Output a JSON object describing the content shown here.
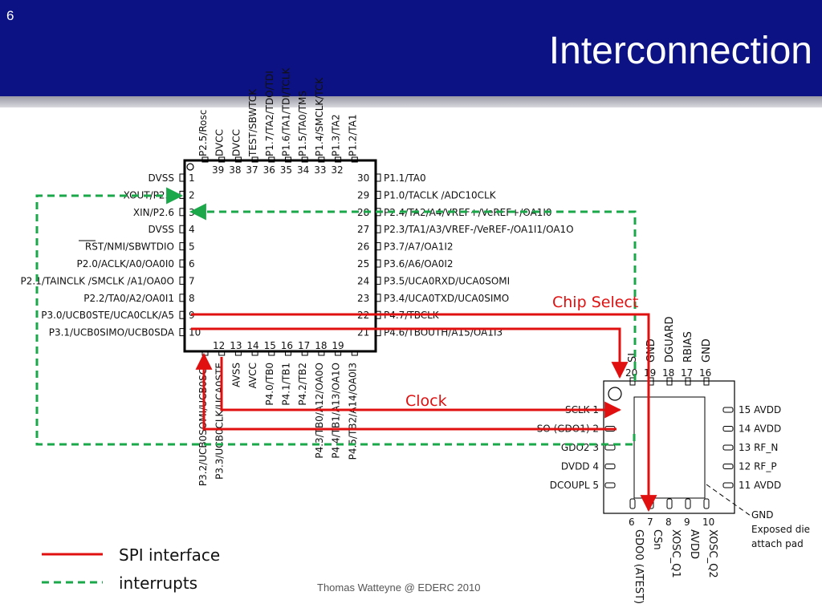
{
  "slide": {
    "number": "6",
    "title": "Interconnection",
    "footer": "Thomas Watteyne @ EDERC 2010"
  },
  "colors": {
    "header_bg": "#0c1283",
    "spi": "#e01010",
    "interrupt": "#1aa84a"
  },
  "mcu": {
    "top_pins": [
      "P2.5/Rosc",
      "DVCC",
      "DVCC",
      "TEST/SBWTCK",
      "P1.7/TA2/TDO/TDI",
      "P1.6/TA1/TDI/TCLK",
      "P1.5/TA0/TMS",
      "P1.4/SMCLK/TCK",
      "P1.3/TA2",
      "P1.2/TA1"
    ],
    "top_numbers": [
      "39",
      "38",
      "37",
      "36",
      "35",
      "34",
      "33",
      "32"
    ],
    "left_pins": [
      {
        "num": "1",
        "label": "DVSS"
      },
      {
        "num": "2",
        "label": "XOUT/P2.7"
      },
      {
        "num": "3",
        "label": "XIN/P2.6"
      },
      {
        "num": "4",
        "label": "DVSS"
      },
      {
        "num": "5",
        "label": "RST/NMI/SBWTDIO"
      },
      {
        "num": "6",
        "label": "P2.0/ACLK/A0/OA0I0"
      },
      {
        "num": "7",
        "label": "P2.1/TAINCLK /SMCLK /A1/OA0O"
      },
      {
        "num": "8",
        "label": "P2.2/TA0/A2/OA0I1"
      },
      {
        "num": "9",
        "label": "P3.0/UCB0STE/UCA0CLK/A5"
      },
      {
        "num": "10",
        "label": "P3.1/UCB0SIMO/UCB0SDA"
      }
    ],
    "right_pins": [
      {
        "num": "30",
        "label": "P1.1/TA0"
      },
      {
        "num": "29",
        "label": "P1.0/TACLK /ADC10CLK"
      },
      {
        "num": "28",
        "label": "P2.4/TA2/A4/VREF+/VeREF+/OA1I0"
      },
      {
        "num": "27",
        "label": "P2.3/TA1/A3/VREF-/VeREF-/OA1I1/OA1O"
      },
      {
        "num": "26",
        "label": "P3.7/A7/OA1I2"
      },
      {
        "num": "25",
        "label": "P3.6/A6/OA0I2"
      },
      {
        "num": "24",
        "label": "P3.5/UCA0RXD/UCA0SOMI"
      },
      {
        "num": "23",
        "label": "P3.4/UCA0TXD/UCA0SIMO"
      },
      {
        "num": "22",
        "label": "P4.7/TBCLK"
      },
      {
        "num": "21",
        "label": "P4.6/TBOUTH/A15/OA1I3"
      }
    ],
    "bottom_numbers": [
      "12",
      "13",
      "14",
      "15",
      "16",
      "17",
      "18",
      "19"
    ],
    "bottom_pins": [
      "P3.2/UCB0SOMI/UCB0SCL",
      "P3.3/UCB0CLK/UCA0STE",
      "AVSS",
      "AVCC",
      "P4.0/TB0",
      "P4.1/TB1",
      "P4.2/TB2",
      "P4.3/TB0/A12/OA0O",
      "P4.4/TB1/A13/OA1O",
      "P4.5/TB2/A14/OA0I3"
    ]
  },
  "radio": {
    "top_pins": [
      {
        "num": "20",
        "label": "SI"
      },
      {
        "num": "19",
        "label": "GND"
      },
      {
        "num": "18",
        "label": "DGUARD"
      },
      {
        "num": "17",
        "label": "RBIAS"
      },
      {
        "num": "16",
        "label": "GND"
      }
    ],
    "left_pins": [
      {
        "num": "1",
        "label": "SCLK"
      },
      {
        "num": "2",
        "label": "SO (GDO1)"
      },
      {
        "num": "3",
        "label": "GDO2"
      },
      {
        "num": "4",
        "label": "DVDD"
      },
      {
        "num": "5",
        "label": "DCOUPL"
      }
    ],
    "right_pins": [
      {
        "num": "15",
        "label": "AVDD"
      },
      {
        "num": "14",
        "label": "AVDD"
      },
      {
        "num": "13",
        "label": "RF_N"
      },
      {
        "num": "12",
        "label": "RF_P"
      },
      {
        "num": "11",
        "label": "AVDD"
      }
    ],
    "bottom_pins": [
      {
        "num": "6",
        "label": "GDO0 (ATEST)"
      },
      {
        "num": "7",
        "label": "CSn"
      },
      {
        "num": "8",
        "label": "XOSC_Q1"
      },
      {
        "num": "9",
        "label": "AVDD"
      },
      {
        "num": "10",
        "label": "XOSC_Q2"
      }
    ],
    "gnd_note": [
      "GND",
      "Exposed die",
      "attach pad"
    ]
  },
  "annotations": {
    "chip_select": "Chip Select",
    "clock": "Clock"
  },
  "legend": {
    "spi": "SPI interface",
    "interrupts": "interrupts"
  }
}
